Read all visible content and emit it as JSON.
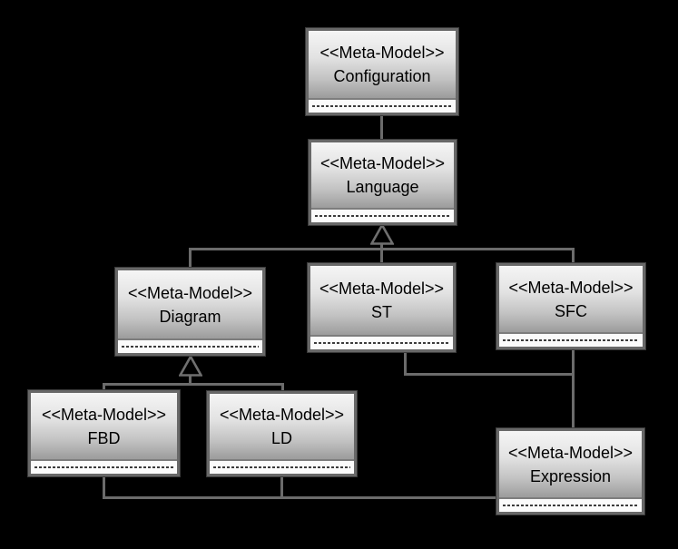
{
  "model": {
    "kind": "uml-meta-model-diagram",
    "nodes": [
      {
        "id": "configuration",
        "stereotype": "<<Meta-Model>>",
        "name": "Configuration"
      },
      {
        "id": "language",
        "stereotype": "<<Meta-Model>>",
        "name": "Language"
      },
      {
        "id": "diagram",
        "stereotype": "<<Meta-Model>>",
        "name": "Diagram"
      },
      {
        "id": "st",
        "stereotype": "<<Meta-Model>>",
        "name": "ST"
      },
      {
        "id": "sfc",
        "stereotype": "<<Meta-Model>>",
        "name": "SFC"
      },
      {
        "id": "fbd",
        "stereotype": "<<Meta-Model>>",
        "name": "FBD"
      },
      {
        "id": "ld",
        "stereotype": "<<Meta-Model>>",
        "name": "LD"
      },
      {
        "id": "expression",
        "stereotype": "<<Meta-Model>>",
        "name": "Expression"
      }
    ],
    "edges": [
      {
        "from": "Configuration",
        "to": "Language",
        "type": "association"
      },
      {
        "from": "Diagram",
        "to": "Language",
        "type": "generalization"
      },
      {
        "from": "ST",
        "to": "Language",
        "type": "generalization"
      },
      {
        "from": "SFC",
        "to": "Language",
        "type": "generalization"
      },
      {
        "from": "FBD",
        "to": "Diagram",
        "type": "generalization"
      },
      {
        "from": "LD",
        "to": "Diagram",
        "type": "generalization"
      },
      {
        "from": "ST",
        "to": "Expression",
        "type": "association"
      },
      {
        "from": "SFC",
        "to": "Expression",
        "type": "association"
      },
      {
        "from": "FBD",
        "to": "Expression",
        "type": "association"
      },
      {
        "from": "LD",
        "to": "Expression",
        "type": "association"
      }
    ],
    "colors": {
      "background": "#000000",
      "line": "#6b6b6b",
      "box_border": "#686868",
      "box_gradient_top": "#f5f5f5",
      "box_gradient_bottom": "#9c9c9c",
      "attr_strip": "#fbfbfb",
      "dash_line": "#3c3c3c",
      "text": "#000000"
    }
  }
}
